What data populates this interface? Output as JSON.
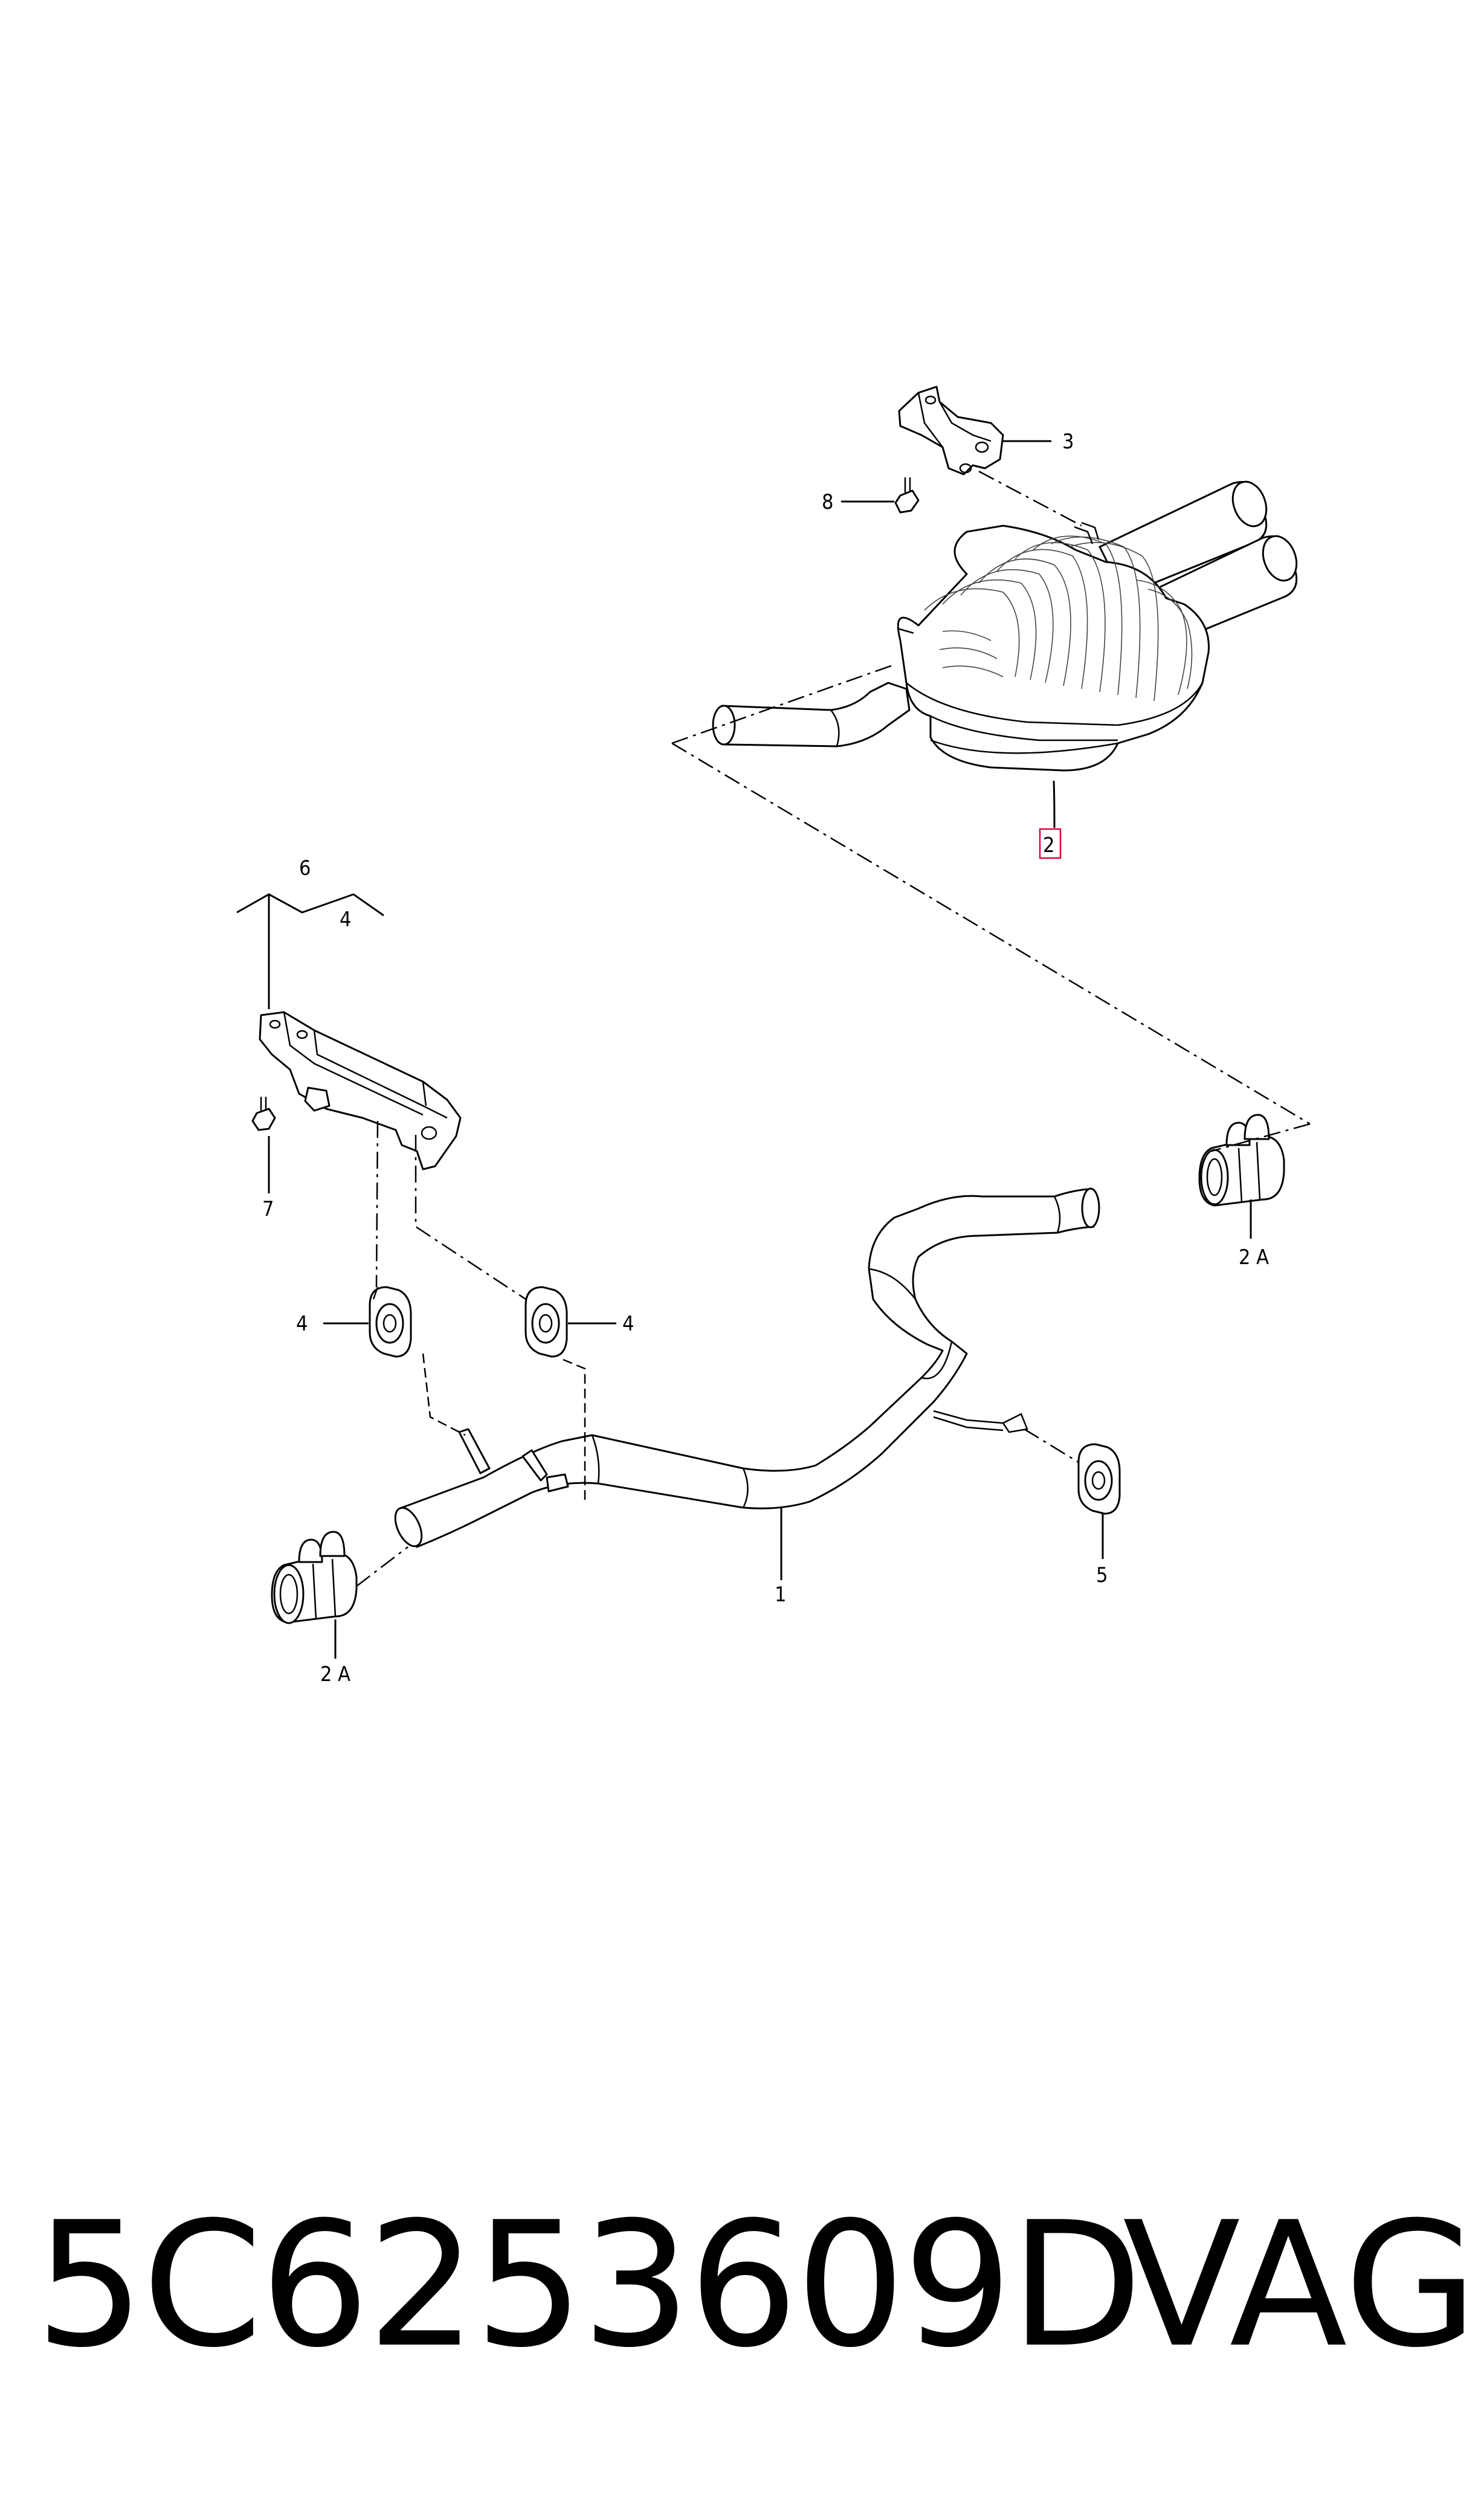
{
  "diagram": {
    "callouts": {
      "c1": "1",
      "c2": "2",
      "c2a_left": "2 A",
      "c2a_right": "2 A",
      "c3": "3",
      "c4_top": "4",
      "c4_left": "4",
      "c4_mid": "4",
      "c5": "5",
      "c6": "6",
      "c7": "7",
      "c8": "8"
    },
    "highlighted_callout_color": "#e0003c"
  },
  "footer": {
    "part_number": "5C6253609D",
    "brand": "VAG"
  }
}
